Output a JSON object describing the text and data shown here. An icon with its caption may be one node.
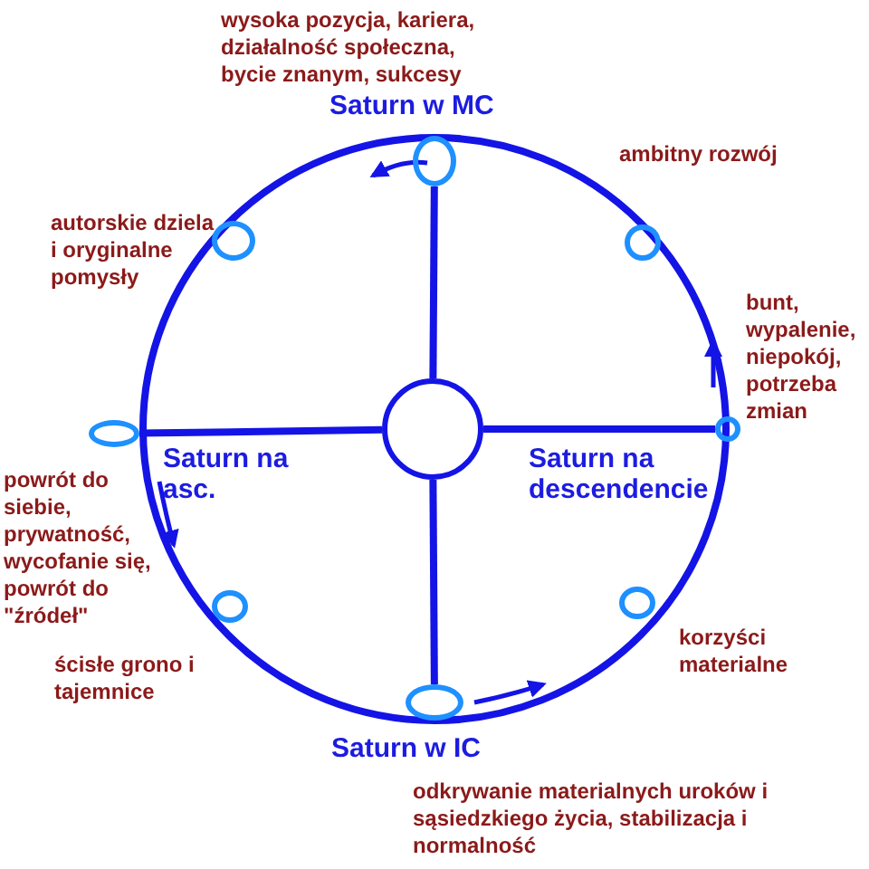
{
  "diagram": {
    "nodes": [
      {
        "text": [],
        "shape": "circle",
        "beside": [
          "wysoka pozycja, kariera, działalność społeczna, bycie znanym, sukcesy",
          "Saturn w MC"
        ]
      },
      {
        "text": [],
        "shape": "circle",
        "beside": [
          "autorskie dziela i oryginalne pomysły"
        ]
      },
      {
        "text": [],
        "shape": "circle",
        "beside": [
          "ambitny rozwój"
        ]
      },
      {
        "text": [],
        "shape": "circle",
        "beside": [
          "Saturn na asc.",
          "powrót do siebie, prywatność, wycofanie się, powrót do \"źródeł\""
        ]
      },
      {
        "text": [],
        "shape": "circle"
      },
      {
        "text": [],
        "shape": "circle",
        "beside": [
          "Saturn na descendencie",
          "bunt, wypalenie, niepokój, potrzeba zmian"
        ]
      },
      {
        "text": [],
        "shape": "circle",
        "beside": [
          "ścisłe grono i tajemnice"
        ]
      },
      {
        "text": [],
        "shape": "circle",
        "beside": [
          "korzyści materialne"
        ]
      },
      {
        "text": [],
        "shape": "circle",
        "beside": [
          "Saturn w IC",
          "odkrywanie materialnych uroków i sąsiedzkiego życia, stabilizacja i normalność"
        ]
      }
    ],
    "edges": [
      {
        "from": 4,
        "to": 0,
        "arrow": "none"
      },
      {
        "from": 4,
        "to": 3,
        "arrow": "none"
      },
      {
        "from": 4,
        "to": 5,
        "arrow": "none"
      },
      {
        "from": 4,
        "to": 8,
        "arrow": "none"
      }
    ]
  }
}
